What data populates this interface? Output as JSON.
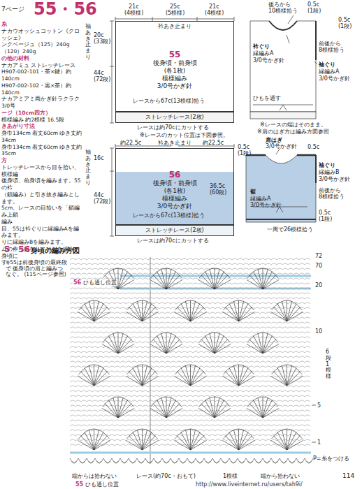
{
  "diagram": {
    "nodes": [
      {
        "text": [
          "55",
          "後身頃・前身頃",
          "(各1枚)",
          "模様編み",
          "3/0号かぎ針"
        ]
      },
      {
        "text": [
          "ストレッチレース(2枚)"
        ]
      },
      {
        "text": [
          "56",
          "後身頃・前身頃",
          "(各1枚)",
          "模様編み",
          "3/0号かぎ針"
        ]
      },
      {
        "text": [
          "ストレッチレース(2枚)"
        ]
      }
    ],
    "labels": [
      "7ページ",
      "55・56",
      "糸",
      "ナカウオッシュコットン《クロッシェ》",
      "ンクベージュ（125）240g",
      "（120）240g",
      "の他の材料",
      "ナカアミュ ストレッチレース",
      "H907-002-101・茶×鍵）約140cm",
      "H907-002-102・黒×茶）約140cm",
      "ナカアミアミ両かぎ針ラクラク 3/0号",
      "ージ（10cm四方）",
      "模様編み 約2模様 16.5段",
      "きあがり寸法",
      "身巾134cm 着丈60cm ゆき丈約34cm",
      "身巾134cm 着丈60cm ゆき丈約35cm",
      "方",
      "トレッチレースから目を拾い、模様編",
      "後身頃、前身頃を編みます。55の衿",
      "（鎖編み）と引き抜き編みとします。",
      "5cm、レースの目拾いを「鎖編み上鎖",
      "編み",
      "目、55は衿ぐりに縁編みAを編みます。",
      "りに縁編みBを編みます。",
      "ムの作り目をし、ひもを編み、身頃に",
      "す。",
      "21c",
      "(4模様)",
      "25c",
      "(5模様)",
      "衿あき止まり",
      "21c",
      "(4模様)",
      "袖あき止まり",
      "20c",
      "(33段)",
      "44c",
      "(72段)",
      "レースから67c(13模様)拾う",
      "レースは約70cにカットする",
      "※レースのカット位置は下図参照。",
      "後ろから",
      "10模様拾う",
      "0.5c",
      "(1段)",
      "衿ぐり",
      "縁編みA",
      "3/0号かぎ針",
      "前後から",
      "8模様拾う",
      "袖ぐり",
      "縁編みA",
      "3/0号かぎ針",
      "0.5c",
      "(1段)",
      "ひもを通す",
      "※レースの端はそのまま。",
      "約22.5c",
      "衿あき止まり",
      "約22.5c",
      "袖あき止まり",
      "16c",
      "44c",
      "(72段)",
      "レースから67c(13模様)拾う",
      "36.5c",
      "(60段)",
      "レースは約70cにカットする",
      "※肩のはぎ方は編み方図参照",
      "0.5c",
      "(1段)",
      "0.5c",
      "肩はぎ",
      "3/0号かぎ針",
      "袖ぐり",
      "縁編みB",
      "3/0号かぎ針",
      "前後から",
      "8模様拾う",
      "裾",
      "縁編みA",
      "3/0号かぎ針",
      "0.5c",
      "(1段)",
      "一周で26模様拾う",
      "5・56",
      "身頃の編み方図",
      "※55は前後身頃の最終段で 後身頃の肩と編みつなぐ。 (115ページ参照)",
      "56",
      "ひも通し位置",
      "72",
      "70",
      "20",
      "10",
      "5",
      "1",
      "6段1模様",
      "1模様",
      "端からは拾わない",
      "端から拾わない",
      "55",
      "ひも通し位置",
      "レース(約70c・おもて)",
      "P=糸をつける",
      "114",
      "http://www.liveinternet.ru/users/tah9i/"
    ]
  }
}
